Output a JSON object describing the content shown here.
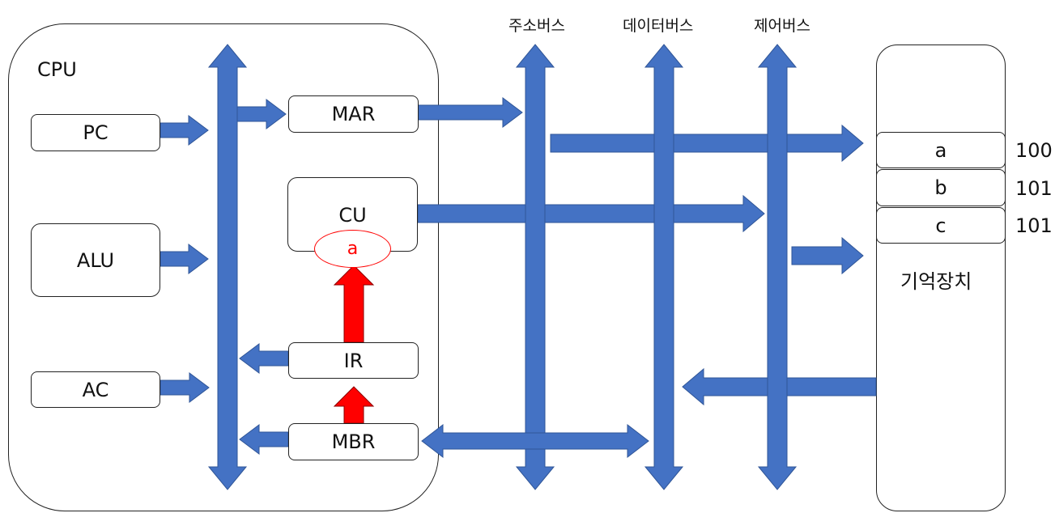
{
  "colors": {
    "bus": "#4472C4",
    "bus_edge": "#2F5597",
    "highlight": "#FF0000",
    "highlight_edge": "#8B0000"
  },
  "cpu": {
    "title": "CPU",
    "registers": {
      "pc": "PC",
      "alu": "ALU",
      "ac": "AC",
      "mar": "MAR",
      "cu": "CU",
      "ir": "IR",
      "mbr": "MBR"
    },
    "cu_marker": "a"
  },
  "buses": {
    "address": "주소버스",
    "data": "데이터버스",
    "control": "제어버스"
  },
  "memory": {
    "title": "기억장치",
    "cells": [
      {
        "value": "a",
        "address": "100"
      },
      {
        "value": "b",
        "address": "101"
      },
      {
        "value": "c",
        "address": "101"
      }
    ]
  }
}
